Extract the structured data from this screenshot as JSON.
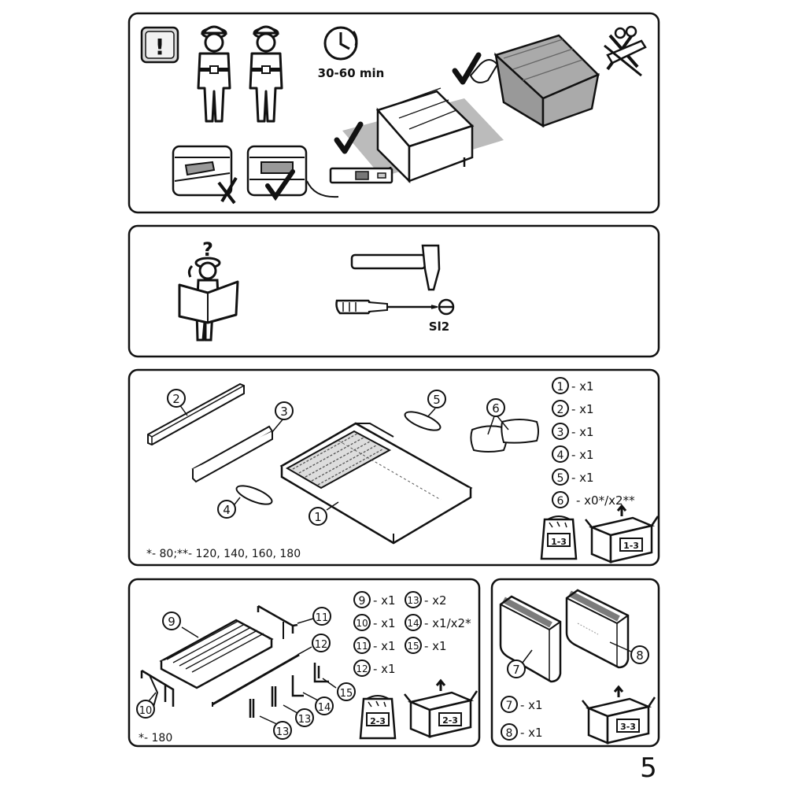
{
  "page_number": "5",
  "panel1": {
    "time_label": "30-60 min",
    "warning_symbol": "!"
  },
  "panel2": {
    "question_mark": "?",
    "screwdriver_size": "Sl2"
  },
  "panel3": {
    "parts": [
      {
        "num": "1",
        "qty": "- x1"
      },
      {
        "num": "2",
        "qty": "- x1"
      },
      {
        "num": "3",
        "qty": "- x1"
      },
      {
        "num": "4",
        "qty": "- x1"
      },
      {
        "num": "5",
        "qty": "- x1"
      },
      {
        "num": "6",
        "qty": "- x0*/x2**"
      }
    ],
    "footnote": "*- 80;**- 120, 140, 160, 180",
    "bag_label": "1-3",
    "box_label": "1-3"
  },
  "panel4": {
    "parts_left": [
      {
        "num": "9",
        "qty": "- x1"
      },
      {
        "num": "10",
        "qty": "- x1"
      },
      {
        "num": "11",
        "qty": "- x1"
      },
      {
        "num": "12",
        "qty": "- x1"
      }
    ],
    "parts_right": [
      {
        "num": "13",
        "qty": "- x2"
      },
      {
        "num": "14",
        "qty": "- x1/x2*"
      },
      {
        "num": "15",
        "qty": "- x1"
      }
    ],
    "footnote": "*- 180",
    "bag_label": "2-3",
    "box_label": "2-3"
  },
  "panel5": {
    "parts": [
      {
        "num": "7",
        "qty": "- x1"
      },
      {
        "num": "8",
        "qty": "- x1"
      }
    ],
    "box_label": "3-3"
  }
}
